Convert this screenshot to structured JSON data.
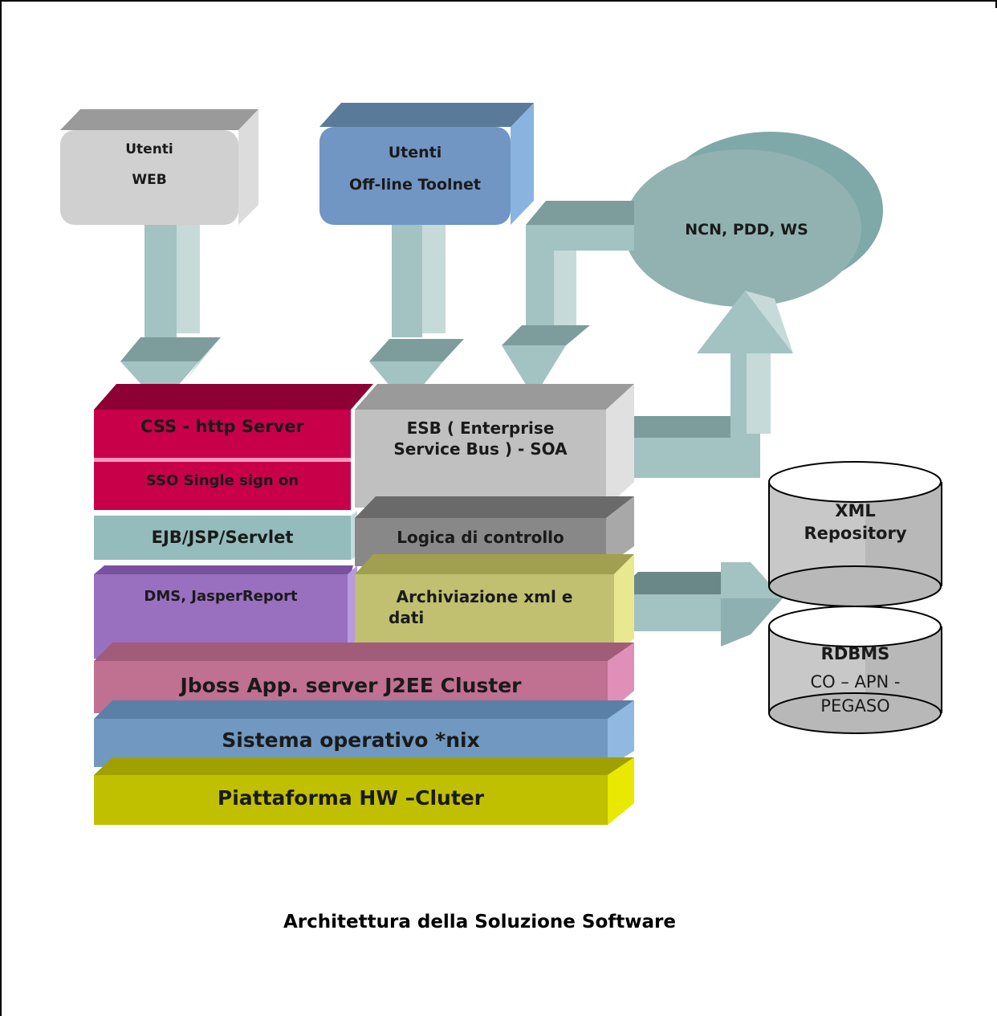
{
  "users_web": {
    "line1": "Utenti",
    "line2": "WEB"
  },
  "users_offline": {
    "line1": "Utenti",
    "line2": "Off-line Toolnet"
  },
  "external": {
    "label": "NCN, PDD, WS"
  },
  "layers": {
    "css": "CSS - http Server",
    "sso": "SSO Single sign on",
    "ejb": "EJB/JSP/Servlet",
    "dms": "DMS, JasperReport",
    "esb_line1": "ESB ( Enterprise",
    "esb_line2": "Service Bus ) - SOA",
    "logic": "Logica di controllo",
    "archive_line1": "Archiviazione xml e",
    "archive_line2": "dati",
    "jboss": "Jboss App. server J2EE Cluster",
    "os": "Sistema operativo *nix",
    "hw": "Piattaforma HW –Cluter"
  },
  "storage": {
    "xml_line1": "XML",
    "xml_line2": "Repository",
    "rdbms_title": "RDBMS",
    "rdbms_line1": "CO – APN -",
    "rdbms_line2": "PEGASO"
  },
  "caption": "Architettura della Soluzione Software",
  "colors": {
    "crimson": "#c8004a",
    "teal": "#94bcbc",
    "purple": "#9970c0",
    "gray": "#c0c0c0",
    "dark_gray": "#888888",
    "olive_light": "#c0c070",
    "mauve": "#c07090",
    "steel_blue": "#7098c0",
    "olive": "#c0c000",
    "arrow": "#a0c4c4"
  }
}
